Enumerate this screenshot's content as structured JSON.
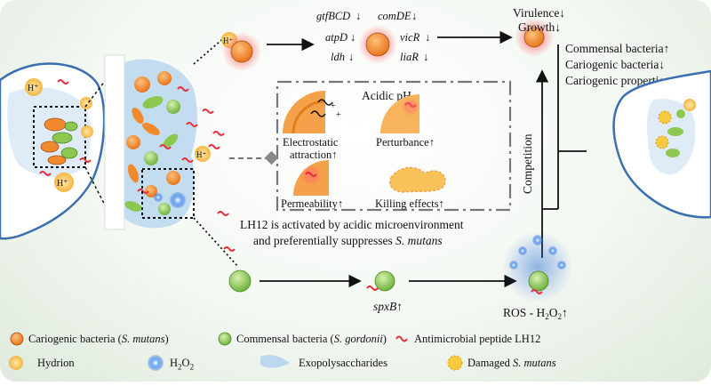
{
  "diagram": {
    "top_genes": {
      "gtfBCD": "gtfBCD",
      "comDE": "comDE",
      "atpD": "atpD",
      "vicR": "vicR",
      "ldh": "ldh",
      "liaR": "liaR",
      "arrow": "↓"
    },
    "outcomes": {
      "virulence": "Virulence↓",
      "growth": "Growth↓",
      "commensal": "Commensal bacteria↑",
      "cariogenic": "Cariogenic bacteria↓",
      "properties": "Cariogenic properties↓"
    },
    "box": {
      "title": "Acidic pH",
      "electrostatic_line1": "Electrostatic",
      "electrostatic_line2": "attraction↑",
      "perturbance": "Perturbance↑",
      "permeability": "Permeability↑",
      "killing": "Killing effects↑"
    },
    "caption": {
      "line1": "LH12 is activated by acidic microenvironment",
      "line2_prefix": "and preferentially suppresses ",
      "line2_species": "S. mutans"
    },
    "competition": "Competition",
    "spxB": "spxB",
    "spxB_arrow": "↑",
    "ros": "ROS - H",
    "ros_sub": "2",
    "ros_o": "O",
    "ros_arrow": "↑",
    "hydrion_symbol": "H⁺"
  },
  "legend": {
    "cariogenic_prefix": "Cariogenic bacteria (",
    "cariogenic_species": "S. mutans",
    "cariogenic_suffix": ")",
    "commensal_prefix": "Commensal bacteria (",
    "commensal_species": "S. gordonii",
    "commensal_suffix": ")",
    "peptide": "Antimicrobial peptide LH12",
    "hydrion": "Hydrion",
    "h2o2_prefix": "H",
    "h2o2_sub1": "2",
    "h2o2_mid": "O",
    "h2o2_sub2": "2",
    "eps": "Exopolysaccharides",
    "damaged_prefix": "Damaged ",
    "damaged_species": "S. mutans"
  },
  "colors": {
    "mutans": "#f08a2c",
    "gordonii": "#8cc850",
    "peptide": "#e8303c",
    "hydrion": "#f5b642",
    "h2o2": "#2e6fd6",
    "eps": "#bcd8f0",
    "tooth_outline": "#3a6fb0"
  }
}
